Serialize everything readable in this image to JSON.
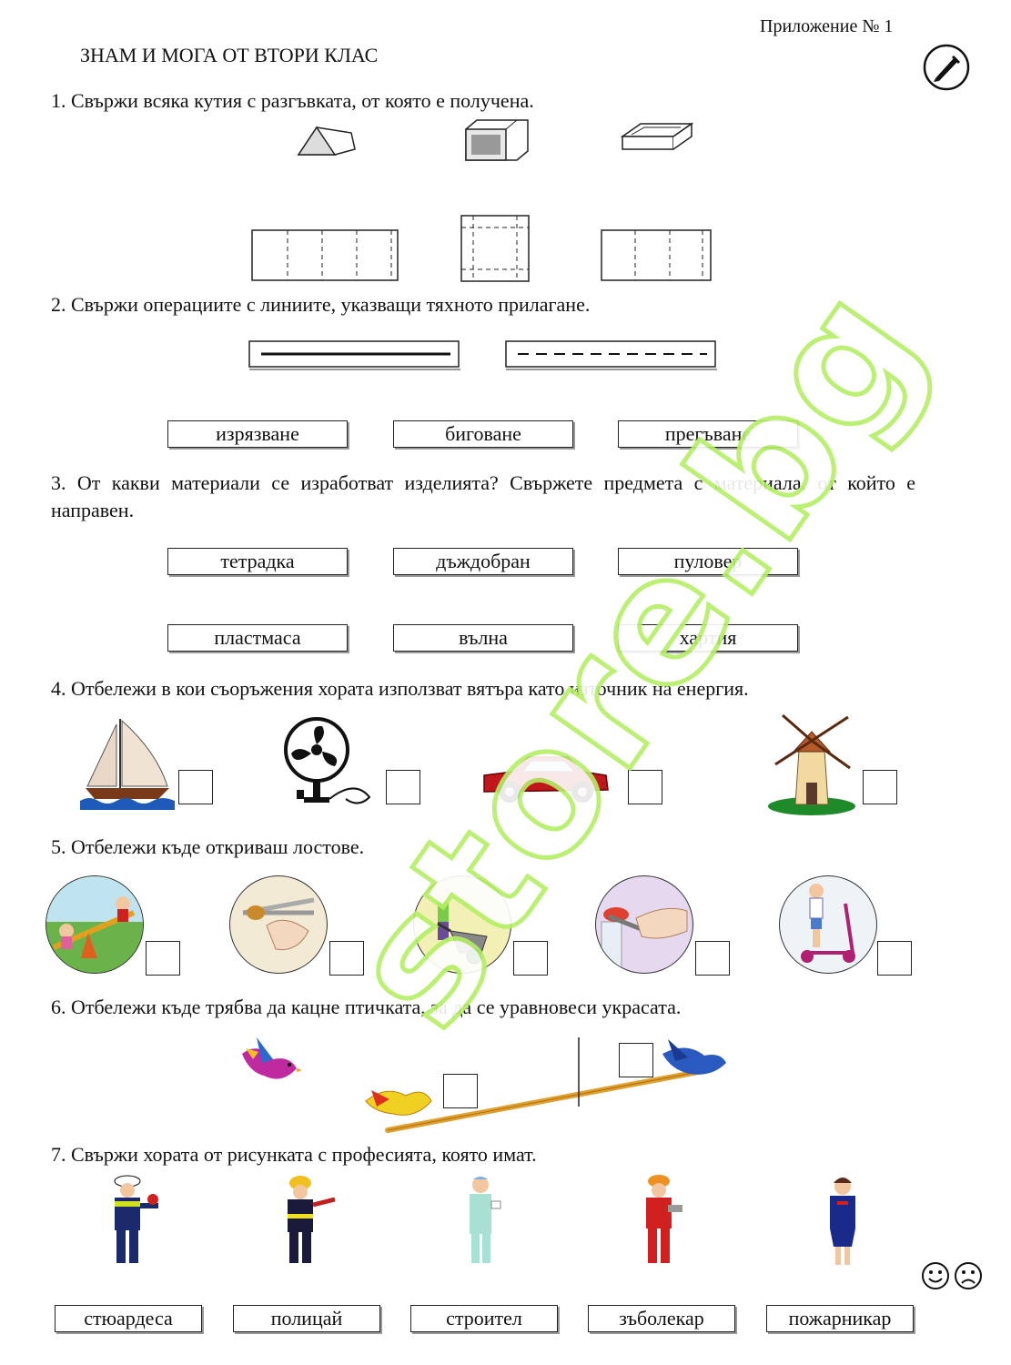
{
  "header": {
    "appendix": "Приложение № 1",
    "title": "ЗНАМ И МОГА ОТ ВТОРИ КЛАС",
    "pen_icon": "pen-icon"
  },
  "task1": {
    "text": "1. Свържи всяка кутия с  разгъвката, от която е получена."
  },
  "task2": {
    "text": "2. Свържи операциите с линиите, указващи тяхното прилагане.",
    "labels": [
      "изрязване",
      "биговане",
      "прегъване"
    ]
  },
  "task3": {
    "text": "3. От какви материали се изработват изделията? Свържете предмета с материала, от който е направен.",
    "items": [
      "тетрадка",
      "дъждобран",
      "пуловер"
    ],
    "materials": [
      "пластмаса",
      "вълна",
      "хартия"
    ]
  },
  "task4": {
    "text": "4. Отбележи в кои съоръжения хората използват вятъра като източник на енергия.",
    "icons": [
      "sailboat-icon",
      "fan-icon",
      "car-icon",
      "windmill-icon"
    ]
  },
  "task5": {
    "text": "5. Отбележи къде откриваш лостове.",
    "icons": [
      "seesaw-icon",
      "nutcracker-icon",
      "wheelbarrow-icon",
      "bottle-opener-icon",
      "scooter-icon"
    ]
  },
  "task6": {
    "text": "6. Отбележи къде трябва да кацне птичката, за да се уравновеси украсата."
  },
  "task7": {
    "text": "7. Свържи хората от рисунката с професията, която имат.",
    "professions": [
      "стюардеса",
      "полицай",
      "строител",
      "зъболекар",
      "пожарникар"
    ]
  },
  "watermark": "store.bg",
  "colors": {
    "watermark": "#b4ef66",
    "border": "#222222"
  }
}
